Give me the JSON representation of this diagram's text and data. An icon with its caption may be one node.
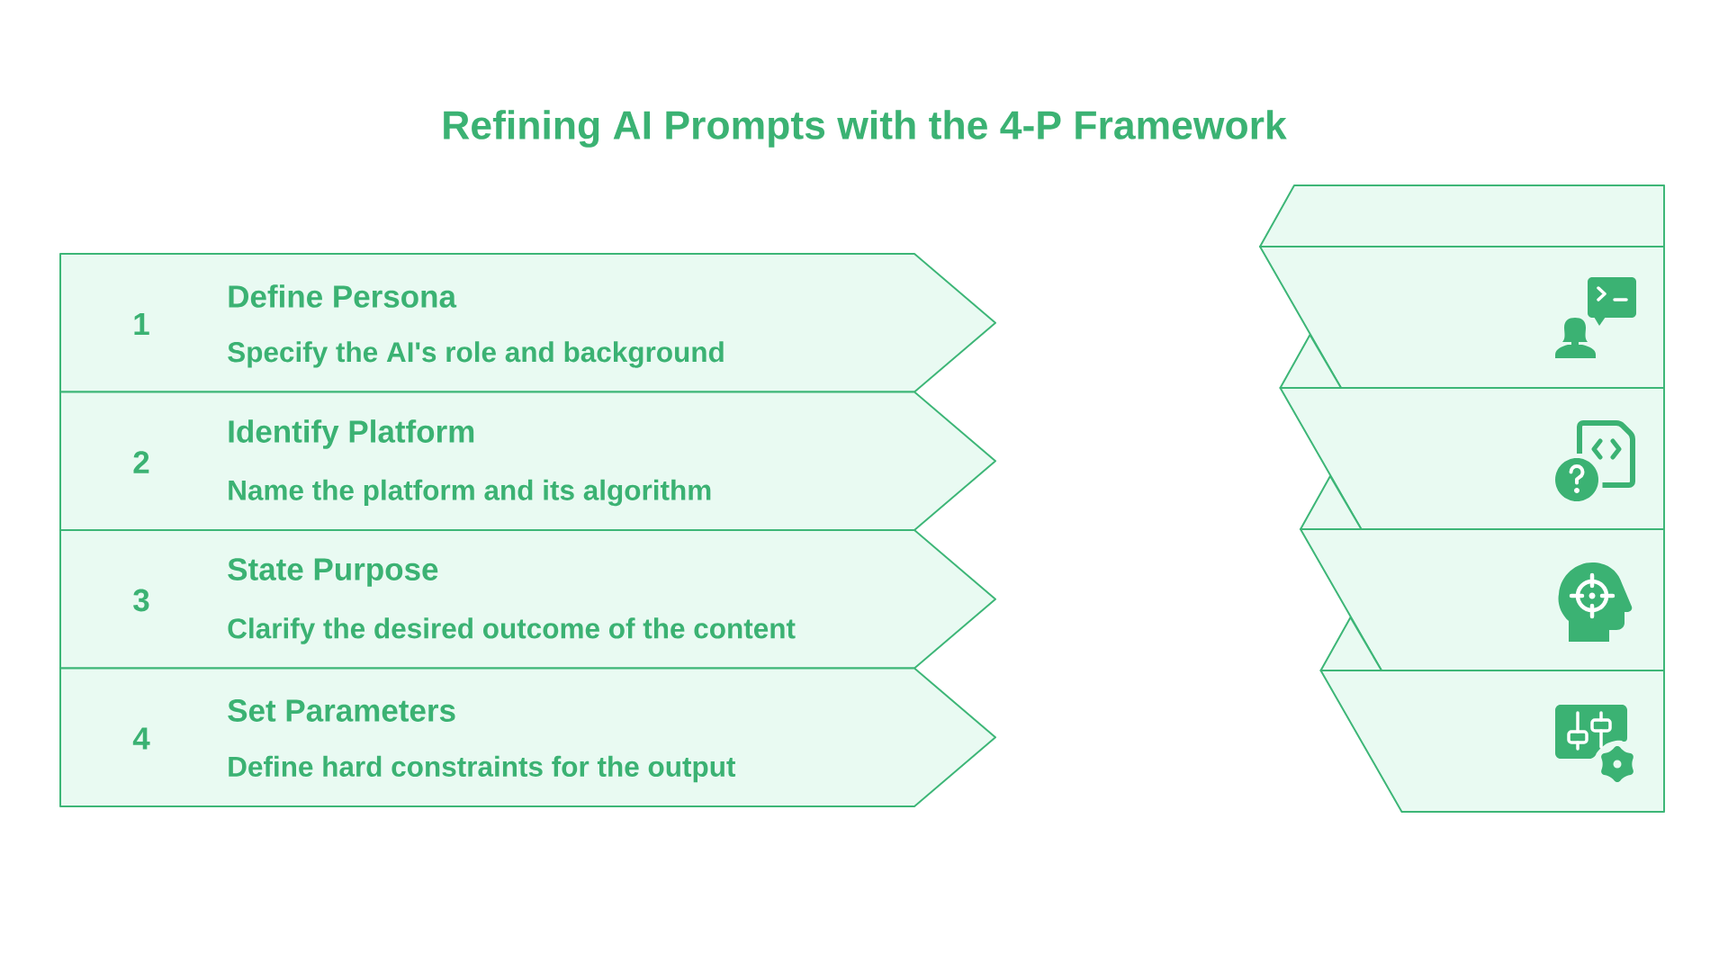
{
  "diagram": {
    "title": "Refining AI Prompts with the 4-P Framework",
    "nodes": [
      {
        "text": [
          "1",
          "Define Persona",
          "Specify the AI's role and background"
        ]
      },
      {
        "text": [
          "2",
          "Identify Platform",
          "Name the platform and its algorithm"
        ]
      },
      {
        "text": [
          "3",
          "State Purpose",
          "Clarify the desired outcome of the content"
        ]
      },
      {
        "text": [
          "4",
          "Set Parameters",
          "Define hard constraints for the output"
        ]
      },
      {
        "text": [],
        "shape": "parallelogram"
      },
      {
        "text": [],
        "shape": "parallelogram"
      },
      {
        "text": [],
        "shape": "parallelogram"
      },
      {
        "text": [],
        "shape": "parallelogram"
      }
    ]
  }
}
